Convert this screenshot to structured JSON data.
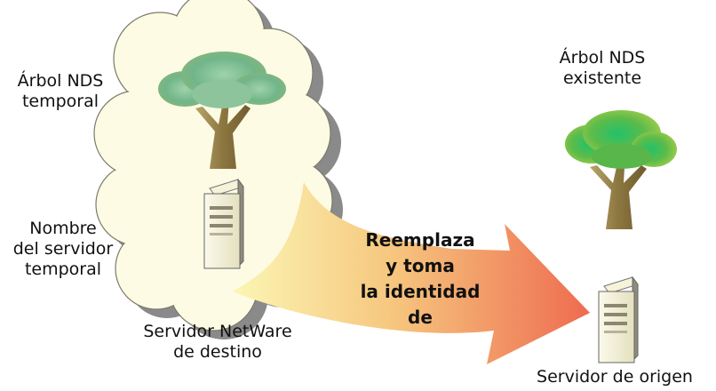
{
  "labels": {
    "temp_tree": [
      "Árbol NDS",
      "temporal"
    ],
    "temp_server_name": [
      "Nombre",
      "del servidor",
      "temporal"
    ],
    "dest_server": [
      "Servidor NetWare",
      "de destino"
    ],
    "existing_tree": [
      "Árbol NDS",
      "existente"
    ],
    "source_server": "Servidor de origen"
  },
  "arrow_text": [
    "Reemplaza",
    "y toma",
    "la identidad",
    "de"
  ],
  "colors": {
    "cloud_fill": "#fdfbe6",
    "cloud_shadow": "#808080",
    "arrow_start": "#fbf3a2",
    "arrow_end": "#ee6d52",
    "tree_foliage": "#3fae62",
    "tree_trunk": "#9a8448",
    "server_body": "#f1efd0"
  },
  "icons": [
    "tree-icon",
    "server-icon",
    "cloud-shape",
    "curved-arrow"
  ]
}
